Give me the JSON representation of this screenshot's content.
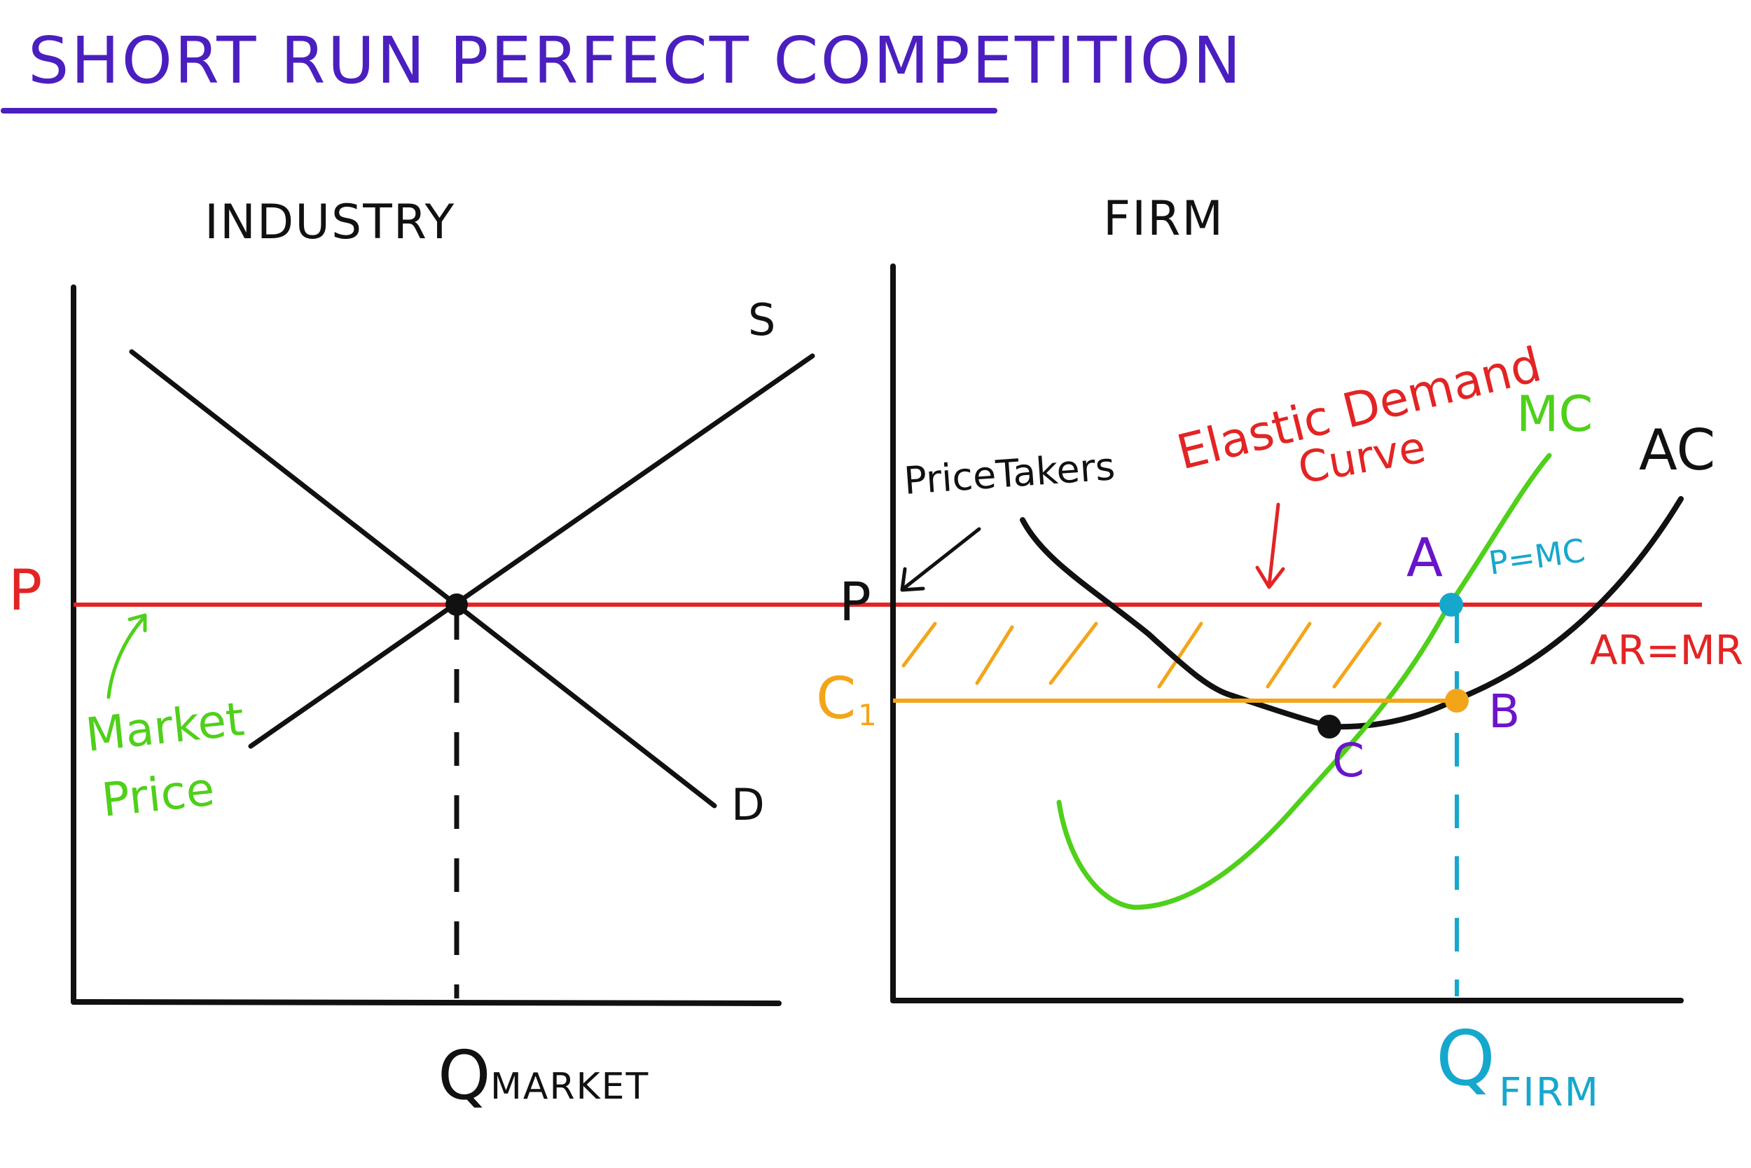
{
  "title": "SHORT RUN PERFECT COMPETITION",
  "industry": {
    "heading": "INDUSTRY",
    "supply_label": "S",
    "demand_label": "D",
    "price_label": "P",
    "quantity_label": "Q",
    "quantity_subscript": "MARKET",
    "annotation_line1": "Market",
    "annotation_line2": "Price"
  },
  "firm": {
    "heading": "FIRM",
    "price_label": "P",
    "cost_label": "C",
    "cost_subscript": "1",
    "mc_label": "MC",
    "ac_label": "AC",
    "ar_mr_label": "AR=MR",
    "point_a": "A",
    "point_b": "B",
    "point_c": "C",
    "p_eq_mc": "P=MC",
    "quantity_label": "Q",
    "quantity_subscript": "FIRM",
    "price_takers": "PriceTakers",
    "elastic_line1": "Elastic Demand",
    "elastic_line2": "Curve"
  },
  "colors": {
    "title": "#4b1fbf",
    "axis": "#111111",
    "price_line": "#e32424",
    "mc": "#4fd01a",
    "ac": "#111111",
    "cost_line": "#f3a51a",
    "qfirm": "#16a8cc",
    "points": "#6a15c9"
  }
}
